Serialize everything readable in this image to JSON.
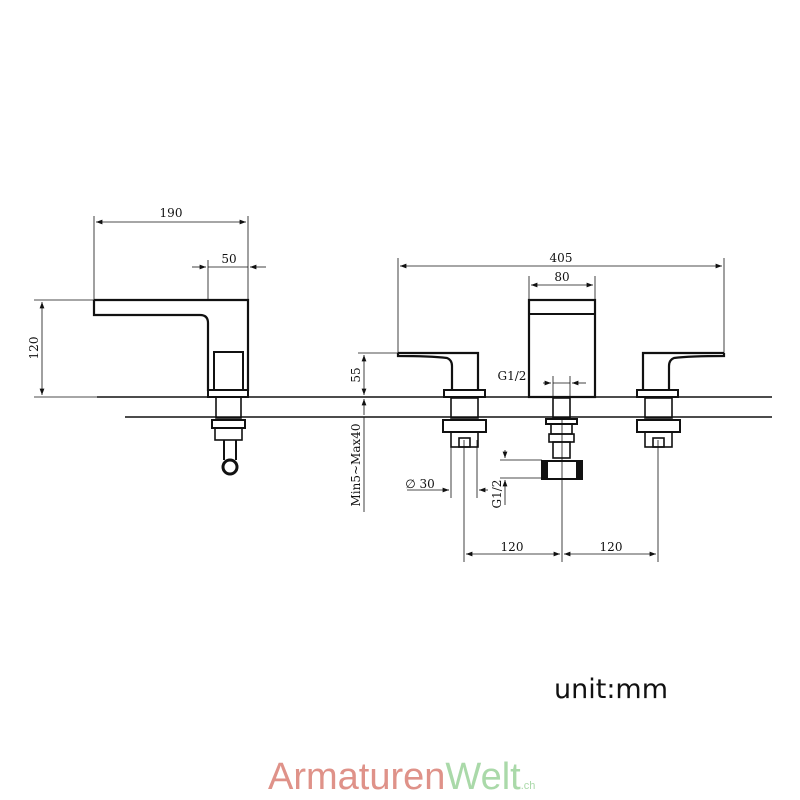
{
  "dimensions": {
    "spout_length": "190",
    "spout_depth": "50",
    "spout_height": "120",
    "overall_width": "405",
    "center_spout_width": "80",
    "handle_height": "55",
    "deck_thickness": "Min5~Max40",
    "connection_top": "G1/2",
    "connection_side": "G1/2",
    "hole_diameter": "∅ 30",
    "spacing_left": "120",
    "spacing_right": "120"
  },
  "unit_label": "unit:mm",
  "logo": {
    "part1": "Armaturen",
    "part2": "Welt",
    "suffix": ".ch",
    "colors": {
      "part1": "#df9289",
      "part2": "#aad9a9"
    }
  }
}
